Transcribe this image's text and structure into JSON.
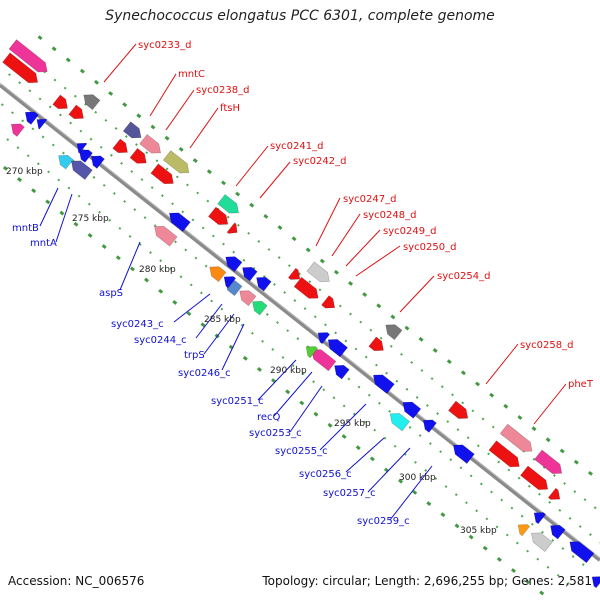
{
  "title": "Synechococcus elongatus PCC 6301, complete genome",
  "accession": "Accession: NC_006576",
  "topology": "Topology: circular; Length: 2,696,255 bp; Genes: 2,581",
  "colors": {
    "backbone": "#888888",
    "dots": "#3a9a3a",
    "forward_label": "#dd1111",
    "reverse_label": "#1111cc"
  },
  "kbp_ticks": [
    "270 kbp",
    "275 kbp",
    "280 kbp",
    "285 kbp",
    "290 kbp",
    "295 kbp",
    "300 kbp",
    "305 kbp"
  ],
  "forward_labels": [
    "syc0233_d",
    "mntC",
    "syc0238_d",
    "ftsH",
    "syc0241_d",
    "syc0242_d",
    "syc0247_d",
    "syc0248_d",
    "syc0249_d",
    "syc0250_d",
    "syc0254_d",
    "syc0258_d",
    "pheT"
  ],
  "reverse_labels": [
    "mntB",
    "mntA",
    "aspS",
    "syc0243_c",
    "syc0244_c",
    "trpS",
    "syc0246_c",
    "syc0251_c",
    "recQ",
    "syc0253_c",
    "syc0255_c",
    "syc0256_c",
    "syc0257_c",
    "syc0259_c"
  ]
}
